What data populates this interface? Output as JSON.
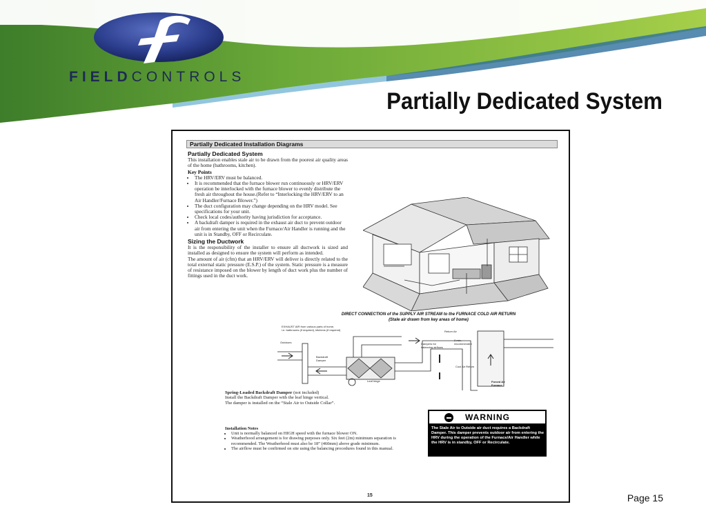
{
  "slide": {
    "title": "Partially Dedicated System",
    "page_label": "Page 15"
  },
  "logo": {
    "letter": "f",
    "brand_bold": "FIELD",
    "brand_light": "CONTROLS"
  },
  "colors": {
    "banner_green": "#7ab33a",
    "banner_dark_green": "#4f8a2a",
    "logo_blue": "#2d3f8f",
    "logo_text": "#1d2a55"
  },
  "document": {
    "header": "Partially Dedicated Installation Diagrams",
    "heading": "Partially Dedicated System",
    "intro": "This installation enables stale air to be drawn from the poorest air quality areas of the home (bathrooms, kitchen).",
    "key_points_heading": "Key Points",
    "key_points": [
      "The HRV/ERV must be balanced.",
      "It is recommended that the furnace blower run continuously or HRV/ERV operation be interlocked with the furnace blower to evenly distribute the fresh air throughout the house.(Refer to “Interlocking the HRV/ERV to an Air Handler/Furnace Blower.”)",
      "The duct configuration may change depending on the HRV model. See specifications for your unit.",
      "Check local codes/authority having jurisdiction for acceptance.",
      "A backdraft damper is required in the exhaust air duct to prevent outdoor air from entering the unit when the Furnace/Air Handler is running and the unit is in Standby, OFF or Recirculate."
    ],
    "sizing_heading": "Sizing the Ductwork",
    "sizing_p1": "It is the responsibility of the installer to ensure all ductwork is sized and installed as designed to ensure the system will perform as intended.",
    "sizing_p2": "The amount of air (cfm) that an HRV/ERV will deliver is directly related to the total external static pressure (E.S.P.) of the system. Static pressure is a measure of resistance imposed on the blower by length of duct work plus the number of fittings used in the duct work.",
    "diagram_caption_line1": "DIRECT CONNECTION of the SUPPLY AIR STREAM to the FURNACE COLD AIR RETURN",
    "diagram_caption_line2": "(Stale air drawn from key areas of home)",
    "diagram_labels": {
      "exhaust_air": "EXHAUST AIR from various parts of home,",
      "exhaust_air_sub": "i.e. bathrooms (if required), kitchens (if required)",
      "return_air": "Return Air",
      "outdoors": "Outdoors",
      "dampers": "Dampers for balancing airflows",
      "min_recommended": "2 min. recommended",
      "backdraft_damper": "Backdraft Damper",
      "cool_air_return": "Cool Air Return",
      "leaf_hinge": "Leaf hinge",
      "forced_air_furnace": "Forced Air Furnace"
    },
    "spring_heading": "Spring-Loaded Backdraft Damper",
    "spring_note": "(not included)",
    "spring_line1": "Install the Backdraft Damper with the leaf hinge vertical.",
    "spring_line2": "The damper is installed on the “Stale Air to Outside Collar”.",
    "notes_heading": "Installation Notes",
    "notes": [
      "Unit is normally balanced on HIGH speed with the furnace blower ON.",
      "Weatherhood arrangement is for drawing purposes only. Six feet (2m) minimum separation is recommended. The Weatherhood must also be 18” (460mm) above grade minimum.",
      "The airflow must be confirmed on site using the balancing procedures found in this manual."
    ],
    "warning_label": "WARNING",
    "warning_text": "The Stale Air to Outside air duct requires a Backdraft Damper. This damper prevents outdoor air from entering the HRV during the operation of the Furnace/Air Handler while the HRV is in standby, OFF or Recirculate.",
    "page_number": "15"
  }
}
